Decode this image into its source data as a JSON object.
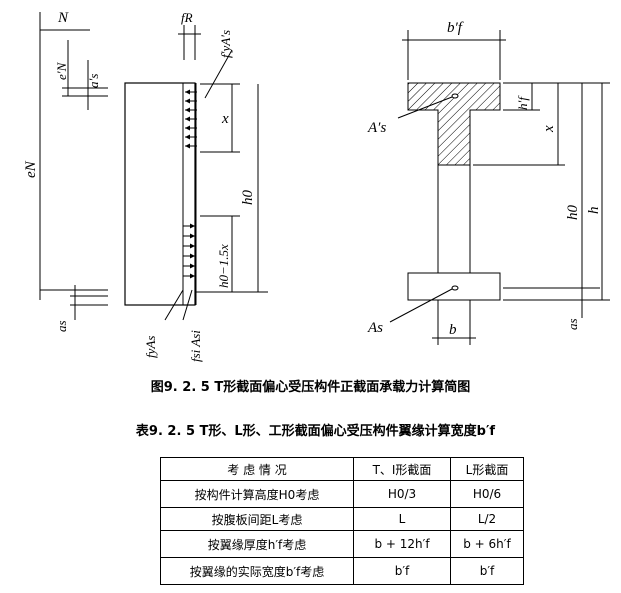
{
  "figure": {
    "left_labels": {
      "N": "N",
      "eN_prime": "e′N",
      "as_prime": "a′s",
      "eN": "eN",
      "as": "as",
      "fR": "fR",
      "fy_As_prime": "f′yA′s",
      "x": "x",
      "h0": "h0",
      "h0_minus": "h0−1.5x",
      "fy_As": "fyAs",
      "fsi_Asi": "fsi Asi"
    },
    "right_labels": {
      "bf_prime": "b′f",
      "hf_prime": "h′f",
      "As_prime": "A′s",
      "x": "x",
      "h0": "h0",
      "h": "h",
      "As": "As",
      "b": "b",
      "as": "as"
    }
  },
  "figure_caption": "图9. 2. 5 T形截面偏心受压构件正截面承载力计算简图",
  "table_caption": "表9. 2. 5 T形、L形、工形截面偏心受压构件翼缘计算宽度b′f",
  "table": {
    "headers": [
      "考 虑 情 况",
      "T、I形截面",
      "L形截面"
    ],
    "rows": [
      [
        "按构件计算高度H0考虑",
        "H0/3",
        "H0/6"
      ],
      [
        "按腹板间距L考虑",
        "L",
        "L/2"
      ],
      [
        "按翼缘厚度h′f考虑",
        "b + 12h′f",
        "b + 6h′f"
      ],
      [
        "按翼缘的实际宽度b′f考虑",
        "b′f",
        "b′f"
      ]
    ]
  }
}
